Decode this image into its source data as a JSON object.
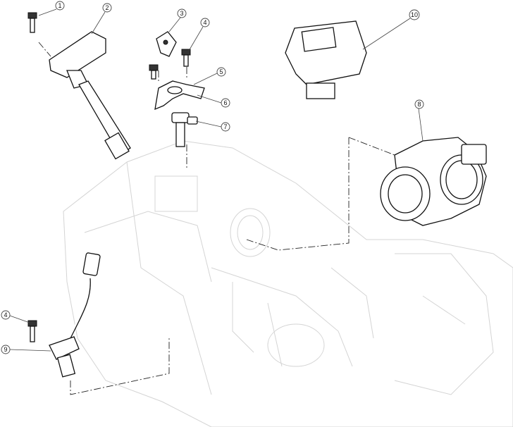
{
  "diagram": {
    "callouts": [
      {
        "label": "1",
        "part": "bolt"
      },
      {
        "label": "2",
        "part": "ignition-coil"
      },
      {
        "label": "3",
        "part": "sensor"
      },
      {
        "label": "4",
        "part": "bolt"
      },
      {
        "label": "5",
        "part": "bracket"
      },
      {
        "label": "6",
        "part": "bracket-plate"
      },
      {
        "label": "7",
        "part": "fuel-injector"
      },
      {
        "label": "8",
        "part": "throttle-body"
      },
      {
        "label": "10",
        "part": "ecu"
      },
      {
        "label": "4",
        "part": "bolt-lower"
      },
      {
        "label": "9",
        "part": "crank-sensor"
      }
    ]
  }
}
